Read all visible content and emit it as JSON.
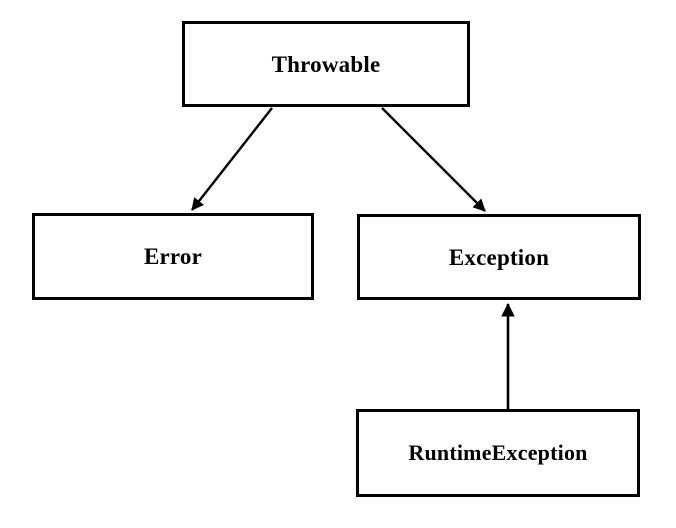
{
  "diagram": {
    "type": "class-hierarchy",
    "background_color": "#ffffff",
    "line_color": "#000000",
    "text_color": "#000000",
    "nodes": [
      {
        "id": "throwable",
        "label": "Throwable"
      },
      {
        "id": "error",
        "label": "Error"
      },
      {
        "id": "exception",
        "label": "Exception"
      },
      {
        "id": "runtimeexception",
        "label": "RuntimeException"
      }
    ],
    "edges": [
      {
        "id": "throwable-to-error",
        "from": "Throwable",
        "to": "Error",
        "arrow": "filled-triangle"
      },
      {
        "id": "throwable-to-exception",
        "from": "Throwable",
        "to": "Exception",
        "arrow": "filled-triangle"
      },
      {
        "id": "runtimeexception-to-exception",
        "from": "RuntimeException",
        "to": "Exception",
        "arrow": "filled-triangle"
      }
    ]
  }
}
